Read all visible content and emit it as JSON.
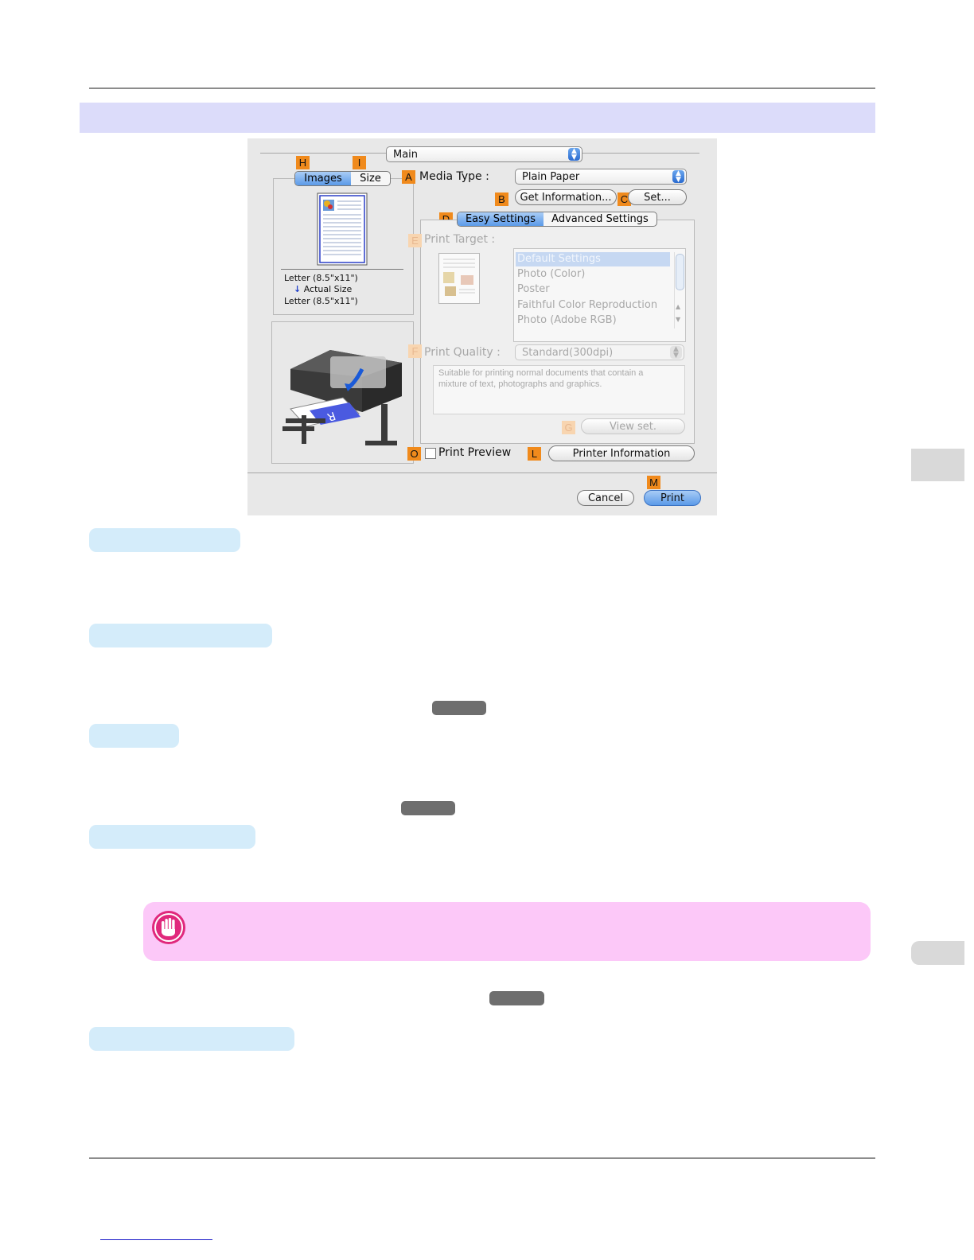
{
  "dialog": {
    "panel_popup": "Main",
    "labels": {
      "a": "A",
      "b": "B",
      "c": "C",
      "d": "D",
      "e": "E",
      "f": "F",
      "g": "G",
      "h": "H",
      "i": "I",
      "l": "L",
      "m": "M",
      "o": "O"
    },
    "preview_tabs": [
      "Images",
      "Size"
    ],
    "preview_info": {
      "input_size": "Letter (8.5\"x11\")",
      "scale_arrow": "↓",
      "scale": "Actual Size",
      "output_size": "Letter (8.5\"x11\")"
    },
    "media_type_label": "Media Type :",
    "media_type_value": "Plain Paper",
    "get_information_button": "Get Information...",
    "set_button": "Set...",
    "settings_tabs": [
      "Easy Settings",
      "Advanced Settings"
    ],
    "print_target_label": "Print Target :",
    "print_target_options": [
      "Default Settings",
      "Photo (Color)",
      "Poster",
      "Faithful Color Reproduction",
      "Photo (Adobe RGB)"
    ],
    "print_target_selected": "Default Settings",
    "print_quality_label": "Print Quality :",
    "print_quality_value": "Standard(300dpi)",
    "description": "Suitable for printing normal documents that contain a mixture of text, photographs and graphics.",
    "view_set_button": "View set.",
    "print_preview_label": "Print Preview",
    "print_preview_checked": false,
    "printer_information_button": "Printer Information",
    "cancel_button": "Cancel",
    "print_button": "Print"
  },
  "colors": {
    "callout_orange": "#f08a1c",
    "selected_blue": "#5b9ae8",
    "banner_lavender": "#dcdcfa",
    "heading_pill_blue": "#d4ecfa",
    "important_pink": "#fcc8f8",
    "important_icon": "#e0287c"
  },
  "icons": {
    "important": "hand-stop-icon",
    "popup": "up-down-arrows-icon",
    "scroll_up": "scroll-up-arrow-icon",
    "scroll_down": "scroll-down-arrow-icon"
  }
}
